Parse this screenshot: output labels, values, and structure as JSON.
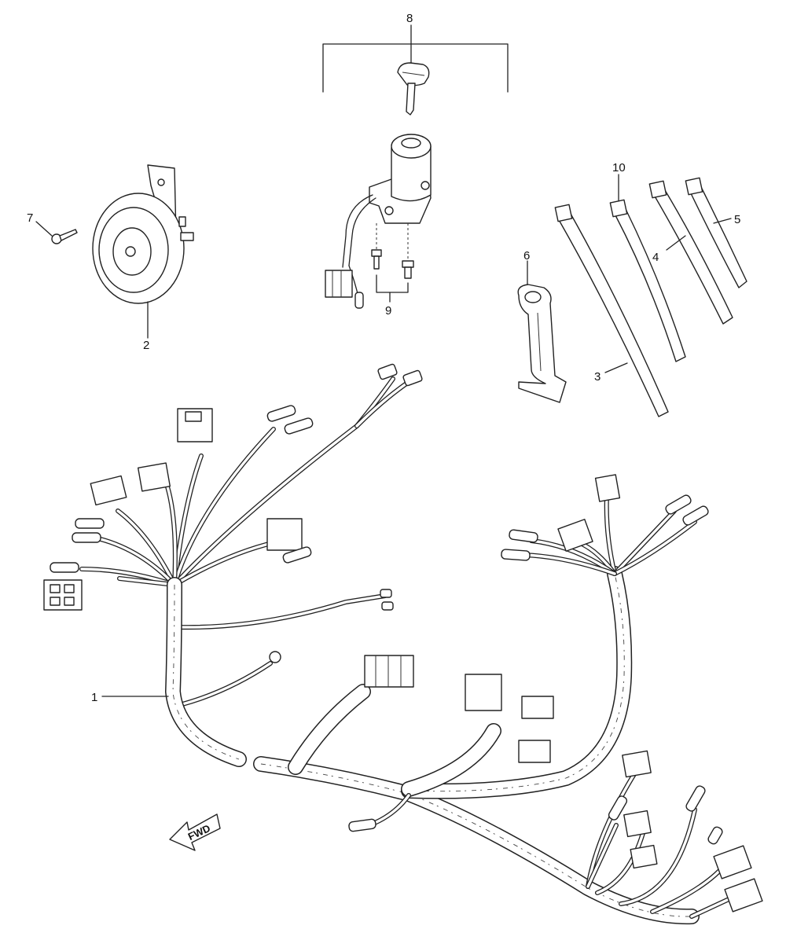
{
  "callouts": {
    "c1": "1",
    "c2": "2",
    "c3": "3",
    "c4": "4",
    "c5": "5",
    "c6": "6",
    "c7": "7",
    "c8": "8",
    "c9": "9",
    "c10": "10"
  },
  "direction_arrow": {
    "label": "FWD",
    "icon": "arrow-left-icon"
  },
  "colors": {
    "line": "#222222",
    "background": "#ffffff"
  }
}
